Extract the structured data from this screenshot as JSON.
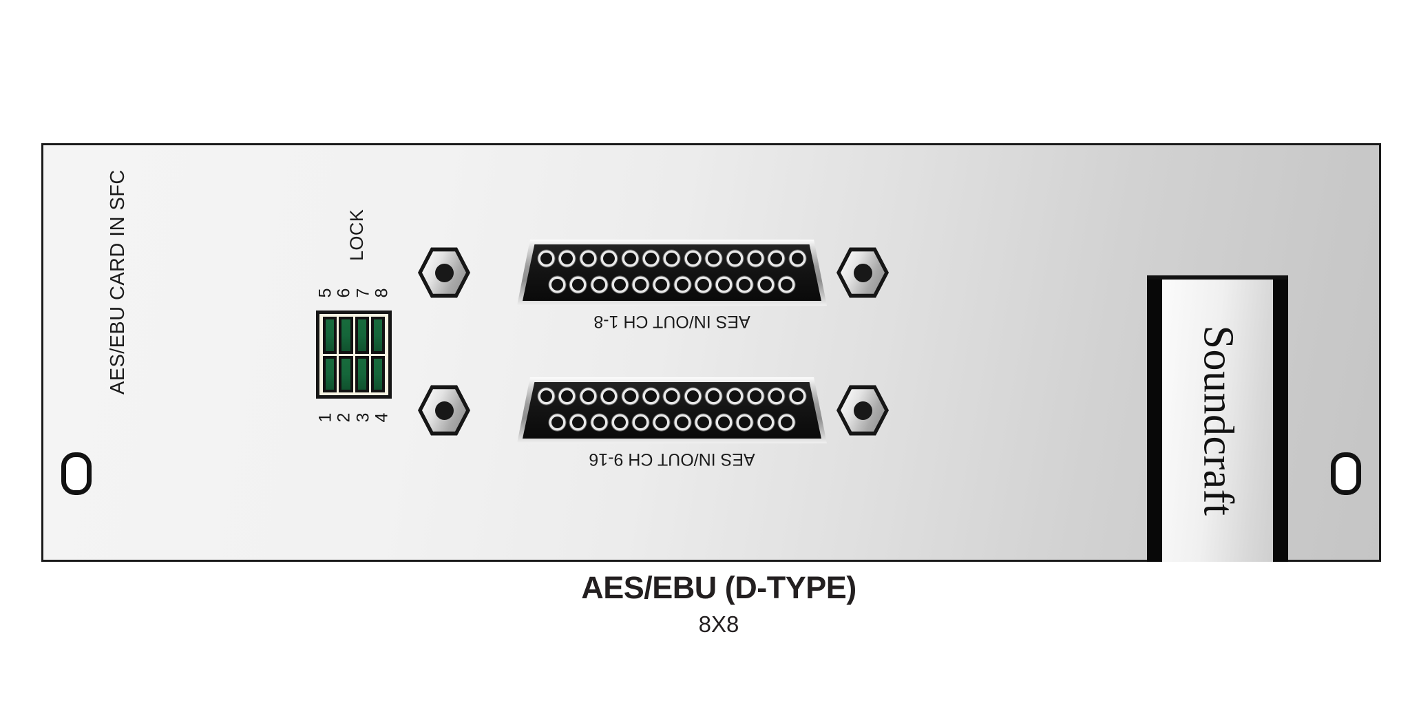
{
  "panel": {
    "card_label": "AES/EBU CARD IN SFC",
    "lock_label": "LOCK",
    "brand": "Soundcraft",
    "panel_color": "#ececec",
    "border_color": "#1a1a1a"
  },
  "dip_switches": {
    "top_numbers": [
      "5",
      "6",
      "7",
      "8"
    ],
    "bottom_numbers": [
      "1",
      "2",
      "3",
      "4"
    ],
    "switch_color": "#15663a",
    "body_color": "#f6f3e2",
    "count": 8
  },
  "connectors": [
    {
      "id": "dsub-top",
      "label": "AES IN/OUT CH 1-8",
      "type": "DB25",
      "pins_top_row": 13,
      "pins_bottom_row": 12
    },
    {
      "id": "dsub-bottom",
      "label": "AES IN/OUT CH 9-16",
      "type": "DB25",
      "pins_top_row": 13,
      "pins_bottom_row": 12
    }
  ],
  "caption": {
    "title": "AES/EBU (D-TYPE)",
    "subtitle": "8X8"
  }
}
